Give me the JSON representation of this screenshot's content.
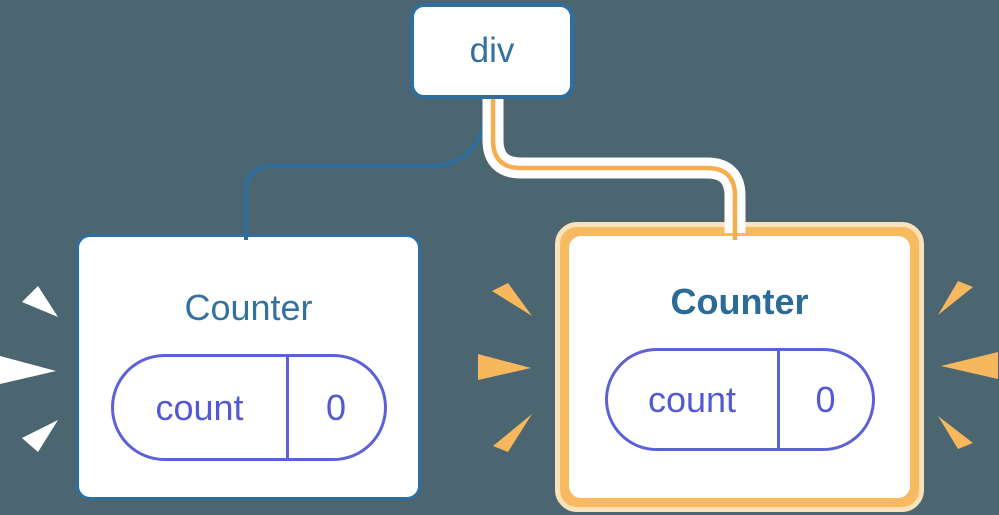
{
  "diagram": {
    "background_color": "#4b6670",
    "root": {
      "label": "div"
    },
    "children": [
      {
        "title": "Counter",
        "state_key": "count",
        "state_value": "0",
        "highlighted": false,
        "burst_color": "#ffffff"
      },
      {
        "title": "Counter",
        "state_key": "count",
        "state_value": "0",
        "highlighted": true,
        "burst_color": "#f7b75c"
      }
    ],
    "colors": {
      "blue_edge": "#2e6f9f",
      "blue_text": "#33719f",
      "bold_blue_text": "#2b6b97",
      "indigo_pill": "#5c62d6",
      "indigo_text": "#5359d4",
      "orange_edge": "#f5ad4e",
      "orange_halo": "#ffffff",
      "highlight_border": "#f7ba60",
      "highlight_border_light": "#fbe2ba",
      "card_background": "#ffffff"
    }
  }
}
